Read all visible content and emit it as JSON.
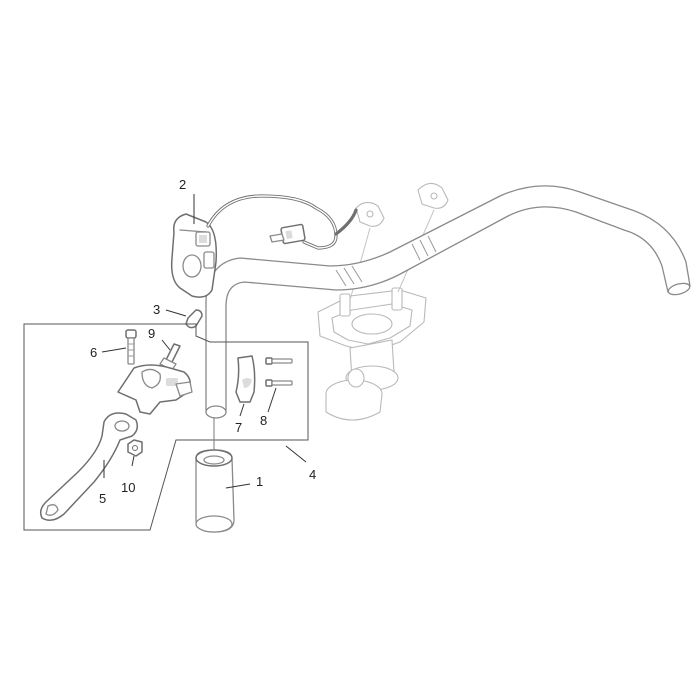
{
  "callouts": [
    {
      "id": "1",
      "label": "1"
    },
    {
      "id": "2",
      "label": "2"
    },
    {
      "id": "3",
      "label": "3"
    },
    {
      "id": "4",
      "label": "4"
    },
    {
      "id": "5",
      "label": "5"
    },
    {
      "id": "6",
      "label": "6"
    },
    {
      "id": "7",
      "label": "7"
    },
    {
      "id": "8",
      "label": "8"
    },
    {
      "id": "9",
      "label": "9"
    },
    {
      "id": "10",
      "label": "10"
    }
  ],
  "colors": {
    "line": "#8a8a8a",
    "leader": "#333333",
    "text": "#222222",
    "background": "#ffffff"
  }
}
